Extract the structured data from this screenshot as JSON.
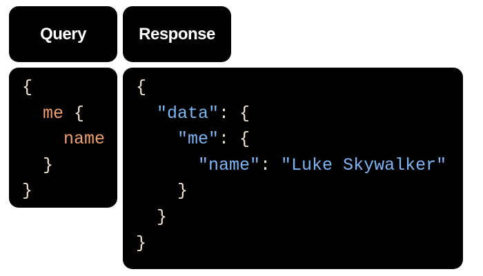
{
  "headers": {
    "query": "Query",
    "response": "Response"
  },
  "query": {
    "field": "me",
    "subfield": "name",
    "open": "{",
    "close": "}"
  },
  "response": {
    "open": "{",
    "close": "}",
    "colon": ": ",
    "data_key": "\"data\"",
    "me_key": "\"me\"",
    "name_key": "\"name\"",
    "name_value": "\"Luke Skywalker\""
  },
  "colors": {
    "field": "#f0a06c",
    "string": "#7cb6f4",
    "punctuation": "#f2e6cf",
    "panel": "#000000"
  }
}
